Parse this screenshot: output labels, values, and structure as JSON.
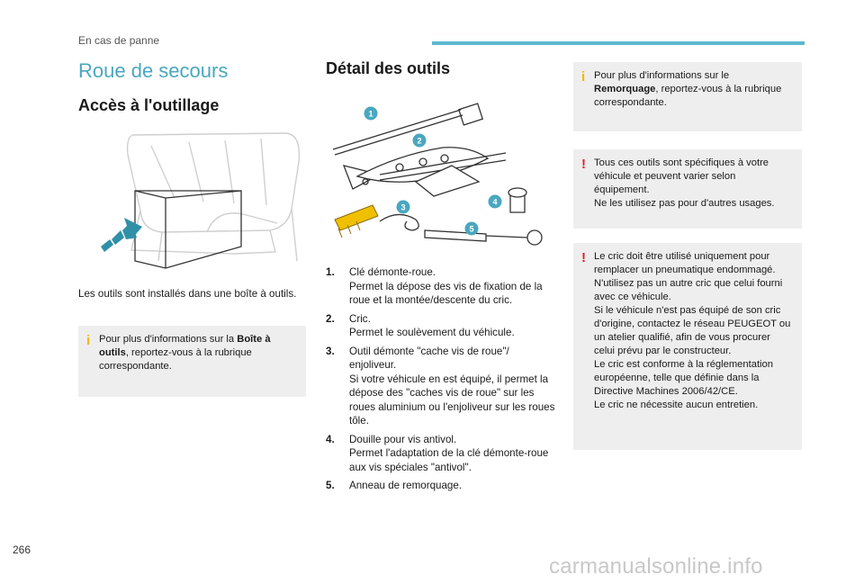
{
  "header": {
    "section": "En cas de panne"
  },
  "left": {
    "title": "Roue de secours",
    "subtitle": "Accès à l'outillage",
    "caption": "Les outils sont installés dans une boîte à outils.",
    "note": {
      "icon": "info-icon",
      "before": "Pour plus d'informations sur la ",
      "bold": "Boîte à outils",
      "after": ", reportez-vous à la rubrique correspondante."
    }
  },
  "middle": {
    "title": "Détail des outils",
    "callouts": [
      "1",
      "2",
      "3",
      "4",
      "5"
    ],
    "items": [
      {
        "num": "1.",
        "label": "Clé démonte-roue.",
        "detail": "Permet la dépose des vis de fixation de la roue et la montée/descente du cric."
      },
      {
        "num": "2.",
        "label": "Cric.",
        "detail": "Permet le soulèvement du véhicule."
      },
      {
        "num": "3.",
        "label": "Outil démonte \"cache vis de roue\"/ enjoliveur.",
        "detail": "Si votre véhicule en est équipé, il permet la dépose des \"caches vis de roue\" sur les roues aluminium ou l'enjoliveur sur les roues tôle."
      },
      {
        "num": "4.",
        "label": "Douille pour vis antivol.",
        "detail": "Permet l'adaptation de la clé démonte-roue aux vis spéciales \"antivol\"."
      },
      {
        "num": "5.",
        "label": "Anneau de remorquage.",
        "detail": ""
      }
    ]
  },
  "right": {
    "note1": {
      "icon": "info-icon",
      "before": "Pour plus d'informations sur le ",
      "bold": "Remorquage",
      "after": ", reportez-vous à la rubrique correspondante."
    },
    "warning1": {
      "icon": "warning-icon",
      "lines": [
        "Tous ces outils sont spécifiques à votre véhicule et peuvent varier selon équipement.",
        "Ne les utilisez pas pour d'autres usages."
      ]
    },
    "warning2": {
      "icon": "warning-icon",
      "lines": [
        "Le cric doit être utilisé uniquement pour remplacer un pneumatique endommagé.",
        "N'utilisez pas un autre cric que celui fourni avec ce véhicule.",
        "Si le véhicule n'est pas équipé de son cric d'origine, contactez le réseau PEUGEOT ou un atelier qualifié, afin de vous procurer celui prévu par le constructeur.",
        "Le cric est conforme à la réglementation européenne, telle que définie dans la Directive Machines 2006/42/CE.",
        "Le cric ne nécessite aucun entretien."
      ]
    }
  },
  "footer": {
    "page": "266",
    "watermark": "carmanualsonline.info"
  },
  "colors": {
    "accent": "#4aa7bf",
    "bar": "#5bb9ce",
    "info": "#f0b800",
    "warning": "#e0202b",
    "note_bg": "#eeeeee"
  }
}
